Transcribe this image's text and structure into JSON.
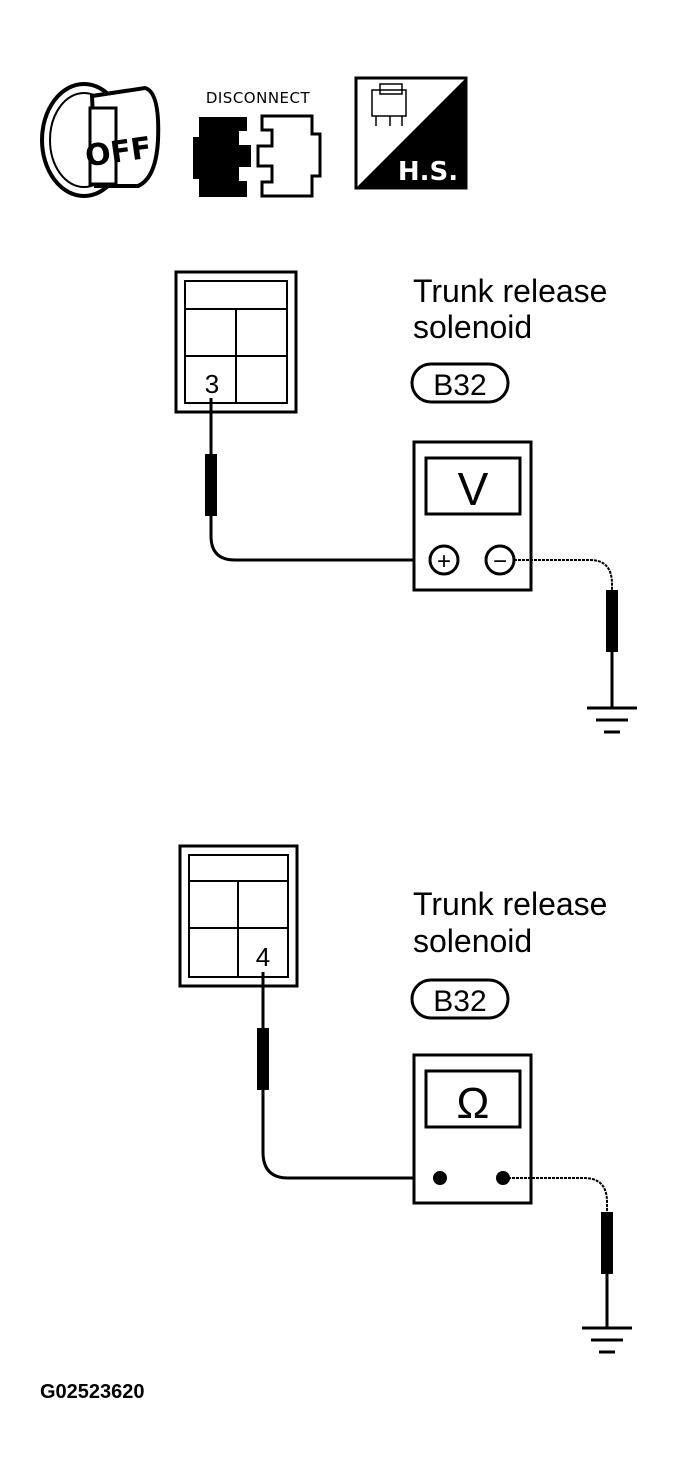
{
  "icons": {
    "ignition": {
      "label": "OFF",
      "icon": "ignition-key-off-icon"
    },
    "disconnect": {
      "label": "DISCONNECT",
      "icon": "connector-disconnect-icon"
    },
    "harness": {
      "label": "H.S.",
      "icon": "harness-side-icon"
    }
  },
  "diagrams": [
    {
      "component_label_line1": "Trunk release",
      "component_label_line2": "solenoid",
      "connector_code": "B32",
      "terminal": "3",
      "meter_symbol": "V",
      "probe_plus": "+",
      "probe_minus": "−"
    },
    {
      "component_label_line1": "Trunk release",
      "component_label_line2": "solenoid",
      "connector_code": "B32",
      "terminal": "4",
      "meter_symbol": "Ω"
    }
  ],
  "figure_code": "G02523620"
}
